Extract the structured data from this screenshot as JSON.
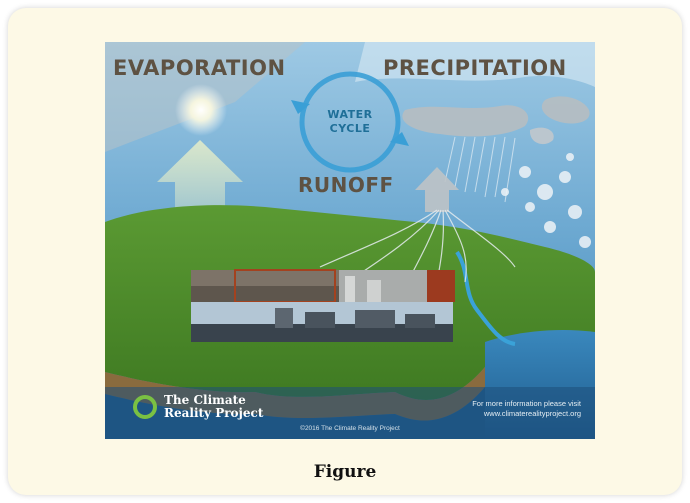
{
  "figure": {
    "labels": {
      "evaporation": "EVAPORATION",
      "precipitation": "PRECIPITATION",
      "runoff": "RUNOFF",
      "water_cycle_line1": "WATER",
      "water_cycle_line2": "CYCLE"
    },
    "brand": {
      "line1": "The Climate",
      "line2": "Reality Project"
    },
    "info": {
      "line1": "For more information please visit",
      "line2": "www.climaterealityproject.org"
    },
    "copyright": "©2016 The Climate Reality Project",
    "colors": {
      "sky": "#7fb4d6",
      "land": "#4f8a2c",
      "water": "#2f78b0",
      "cycle_ring": "#3a9fd6",
      "brand_green": "#7ac143"
    }
  },
  "caption": "Figure"
}
